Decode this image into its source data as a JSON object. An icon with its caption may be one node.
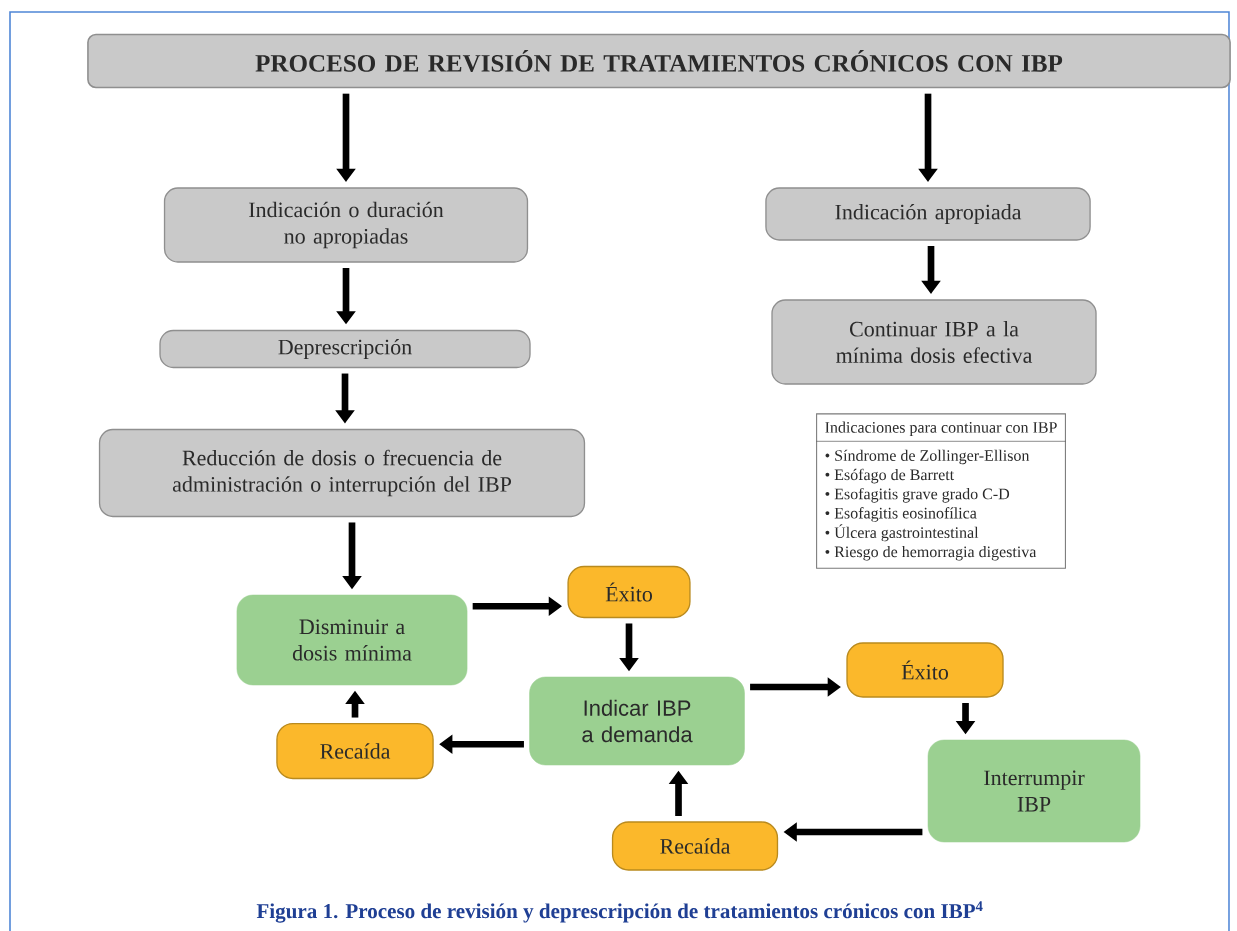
{
  "diagram": {
    "nodes": [
      {
        "text": [
          "PROCESO DE REVISIÓN DE TRATAMIENTOS CRÓNICOS CON IBP"
        ]
      },
      {
        "text": [
          "Indicación o duración no apropiadas"
        ]
      },
      {
        "text": [
          "Indicación apropiada"
        ]
      },
      {
        "text": [
          "Deprescripción"
        ]
      },
      {
        "text": [
          "Continuar IBP a la mínima dosis efectiva"
        ]
      },
      {
        "text": [
          "Reducción de dosis o frecuencia de administración o interrupción del IBP"
        ]
      },
      {
        "text": [
          "Indicaciones para continuar con IBP",
          "• Síndrome de Zollinger-Ellison",
          "• Esófago de Barrett",
          "• Esofagitis grave grado C-D",
          "• Esofagitis eosinofílica",
          "• Úlcera gastrointestinal",
          "• Riesgo de hemorragia digestiva"
        ]
      },
      {
        "text": [
          "Disminuir a dosis mínima"
        ]
      },
      {
        "text": [
          "Éxito"
        ]
      },
      {
        "text": [
          "Indicar IBP a demanda"
        ]
      },
      {
        "text": [
          "Éxito"
        ]
      },
      {
        "text": [
          "Recaída"
        ]
      },
      {
        "text": [
          "Interrumpir IBP"
        ]
      },
      {
        "text": [
          "Recaída"
        ]
      }
    ],
    "edges": [
      {
        "from": 0,
        "to": 1,
        "arrow": "to"
      },
      {
        "from": 0,
        "to": 2,
        "arrow": "to"
      },
      {
        "from": 1,
        "to": 3,
        "arrow": "to"
      },
      {
        "from": 2,
        "to": 4,
        "arrow": "to"
      },
      {
        "from": 3,
        "to": 5,
        "arrow": "to"
      },
      {
        "from": 5,
        "to": 7,
        "arrow": "to"
      },
      {
        "from": 7,
        "to": 8,
        "arrow": "to"
      },
      {
        "from": 8,
        "to": 9,
        "arrow": "to"
      },
      {
        "from": 9,
        "to": 10,
        "arrow": "to"
      },
      {
        "from": 10,
        "to": 12,
        "arrow": "to"
      },
      {
        "from": 9,
        "to": 11,
        "arrow": "to"
      },
      {
        "from": 11,
        "to": 7,
        "arrow": "to"
      },
      {
        "from": 12,
        "to": 13,
        "arrow": "to"
      },
      {
        "from": 13,
        "to": 9,
        "arrow": "to"
      }
    ],
    "caption": "Figura 1. Proceso de revisión y deprescripción de tratamientos crónicos con IBP$^{4}$"
  }
}
